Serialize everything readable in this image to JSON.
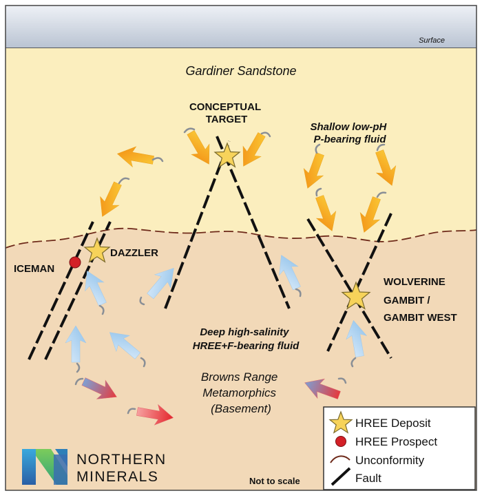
{
  "labels": {
    "surface": "Surface",
    "sandstone": "Gardiner Sandstone",
    "conceptual_line1": "CONCEPTUAL",
    "conceptual_line2": "TARGET",
    "shallow_line1": "Shallow low-pH",
    "shallow_line2": "P-bearing fluid",
    "dazzler": "DAZZLER",
    "iceman": "ICEMAN",
    "wolverine": "WOLVERINE",
    "gambit_line1": "GAMBIT /",
    "gambit_line2": "GAMBIT WEST",
    "deep_line1": "Deep high-salinity",
    "deep_line2": "HREE+F-bearing fluid",
    "basement_line1": "Browns Range",
    "basement_line2": "Metamorphics",
    "basement_line3": "(Basement)",
    "not_to_scale": "Not to scale"
  },
  "legend": {
    "deposit": "HREE Deposit",
    "prospect": "HREE Prospect",
    "unconformity": "Unconformity",
    "fault": "Fault"
  },
  "logo": {
    "line1": "NORTHERN",
    "line2": "MINERALS"
  },
  "colors": {
    "sky": "#d6dde8",
    "sandstone": "#fbeebe",
    "basement": "#f2d9b8",
    "star": "#f7d35a",
    "prospect": "#d32027",
    "shallow_fluid": "#f7a21b",
    "deep_fluid": "#a9d2f0",
    "hot_fluid": "#e8323a",
    "logo_text": "#4a5a78"
  }
}
